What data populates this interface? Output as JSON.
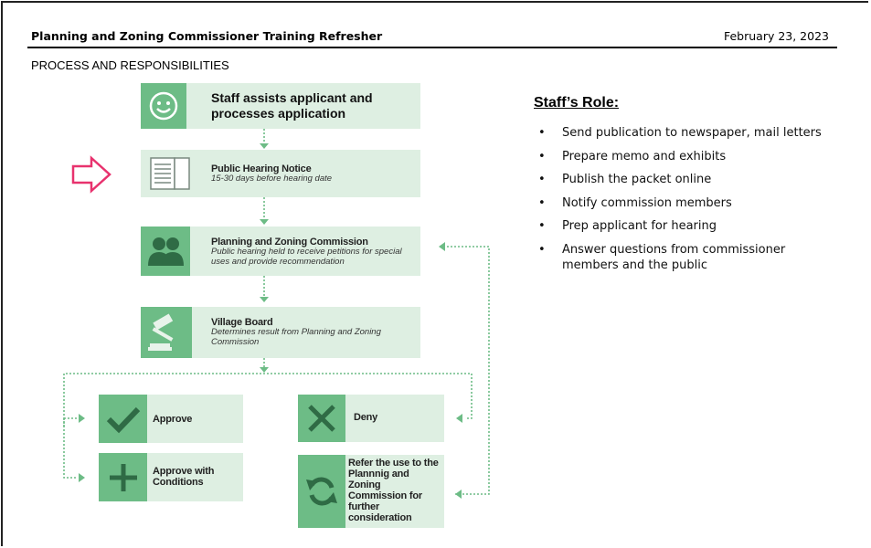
{
  "header": {
    "title": "Planning and Zoning Commissioner Training Refresher",
    "date": "February 23, 2023"
  },
  "section_title": "PROCESS AND RESPONSIBILITIES",
  "flow": {
    "step1": {
      "title": "Staff assists applicant and processes application",
      "icon": "smiley-face-icon"
    },
    "step2": {
      "title": "Public Hearing Notice",
      "subtitle": "15-30 days before hearing date",
      "icon": "document-icon"
    },
    "step3": {
      "title": "Planning and Zoning Commission",
      "subtitle": "Public hearing held to receive petitions for special uses and provide recommendation",
      "icon": "people-icon"
    },
    "step4": {
      "title": "Village Board",
      "subtitle": "Determines result from Planning and Zoning Commission",
      "icon": "gavel-icon"
    },
    "outcomes": {
      "approve": {
        "title": "Approve",
        "icon": "checkmark-icon"
      },
      "approve_conditions": {
        "title": "Approve with Conditions",
        "icon": "plus-icon"
      },
      "deny": {
        "title": "Deny",
        "icon": "x-icon"
      },
      "refer": {
        "title": "Refer the use to the Plannnig and Zoning Commission for further consideration",
        "icon": "refresh-icon"
      }
    },
    "accent_color": "#6dbc86",
    "box_color": "#deefe2",
    "pointer_color": "#e8326e"
  },
  "staff_role": {
    "title": "Staff’s Role:",
    "bullet": "•",
    "items": [
      "Send publication to newspaper, mail letters",
      "Prepare memo and exhibits",
      "Publish the packet online",
      "Notify commission members",
      "Prep applicant for hearing",
      "Answer questions from commissioner members and the public"
    ]
  }
}
